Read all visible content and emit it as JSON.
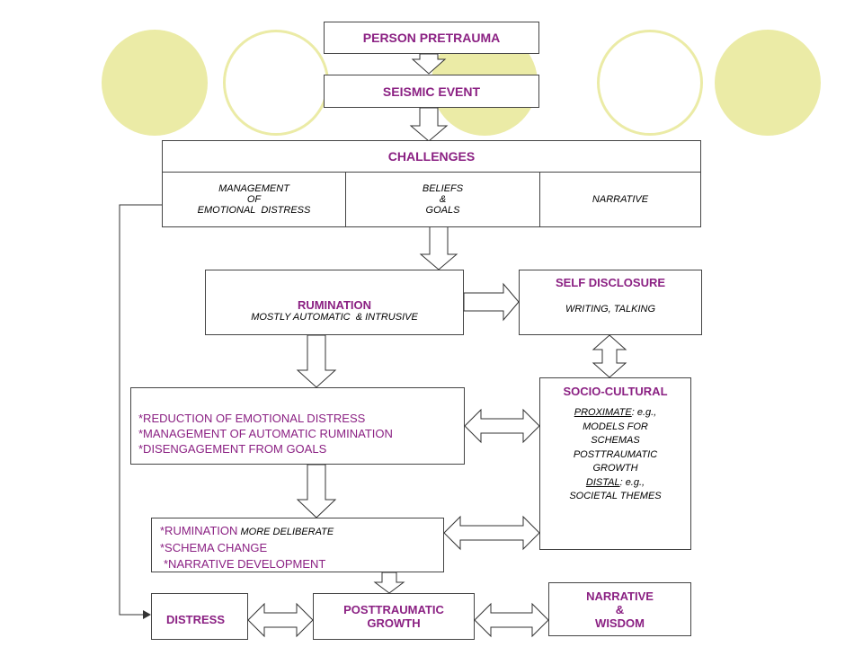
{
  "nodes": {
    "person": "PERSON PRETRAUMA",
    "seismic": "SEISMIC EVENT",
    "challenges": {
      "title": "CHALLENGES",
      "management": [
        "MANAGEMENT",
        "OF",
        "EMOTIONAL  DISTRESS"
      ],
      "beliefs": [
        "BELIEFS",
        "&",
        "GOALS"
      ],
      "narrative": "NARRATIVE"
    },
    "rumination": {
      "title": "RUMINATION",
      "sub": "MOSTLY AUTOMATIC  & INTRUSIVE"
    },
    "self_disclosure": {
      "title": "SELF DISCLOSURE",
      "sub": "WRITING, TALKING"
    },
    "reduction": [
      "*REDUCTION OF EMOTIONAL DISTRESS",
      "*MANAGEMENT OF AUTOMATIC RUMINATION",
      "*DISENGAGEMENT FROM GOALS"
    ],
    "socio_cultural": {
      "title": "SOCIO-CULTURAL",
      "proximate_label": "PROXIMATE",
      "proximate_rest": ": e.g.,",
      "lines": [
        "MODELS FOR",
        "SCHEMAS",
        "POSTTRAUMATIC",
        "GROWTH"
      ],
      "distal_label": "DISTAL",
      "distal_rest": ": e.g.,",
      "last": "SOCIETAL THEMES"
    },
    "deliberate": {
      "l1_main": "*RUMINATION",
      "l1_small": " MORE DELIBERATE",
      "l2": "*SCHEMA CHANGE",
      "l3": "*NARRATIVE DEVELOPMENT"
    },
    "distress": "DISTRESS",
    "growth": [
      "POSTTRAUMATIC",
      "GROWTH"
    ],
    "wisdom": [
      "NARRATIVE",
      "&",
      "WISDOM"
    ]
  },
  "colors": {
    "accent": "#8b2183",
    "circle": "#ebeba6"
  }
}
